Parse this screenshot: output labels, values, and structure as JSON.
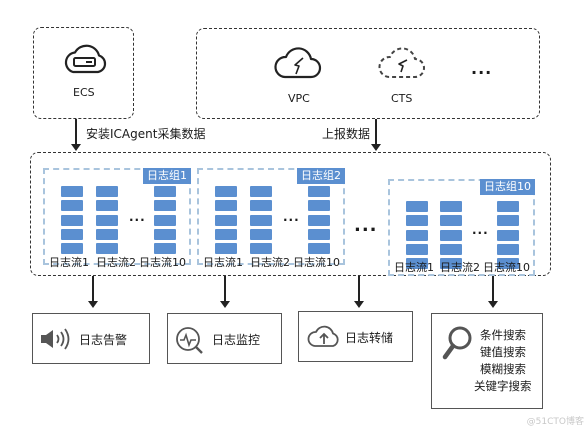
{
  "sources": {
    "ecs_label": "ECS",
    "vpc_label": "VPC",
    "cts_label": "CTS",
    "more_dots": "..."
  },
  "arrows": {
    "install_label": "安装ICAgent采集数据",
    "report_label": "上报数据"
  },
  "groups": [
    {
      "title": "日志组1",
      "streams": [
        "日志流1",
        "日志流2",
        "日志流10"
      ]
    },
    {
      "title": "日志组2",
      "streams": [
        "日志流1",
        "日志流2",
        "日志流10"
      ]
    },
    {
      "title": "日志组10",
      "streams": [
        "日志流1",
        "日志流2",
        "日志流10"
      ]
    }
  ],
  "ellipsis": "...",
  "outputs": {
    "alarm": "日志告警",
    "monitor": "日志监控",
    "transfer": "日志转储",
    "search": [
      "条件搜索",
      "键值搜索",
      "模糊搜索",
      "关键字搜索"
    ]
  },
  "watermark": "@51CTO博客",
  "colors": {
    "accent": "#5b8fd0",
    "group_border": "#a9c4dd"
  }
}
